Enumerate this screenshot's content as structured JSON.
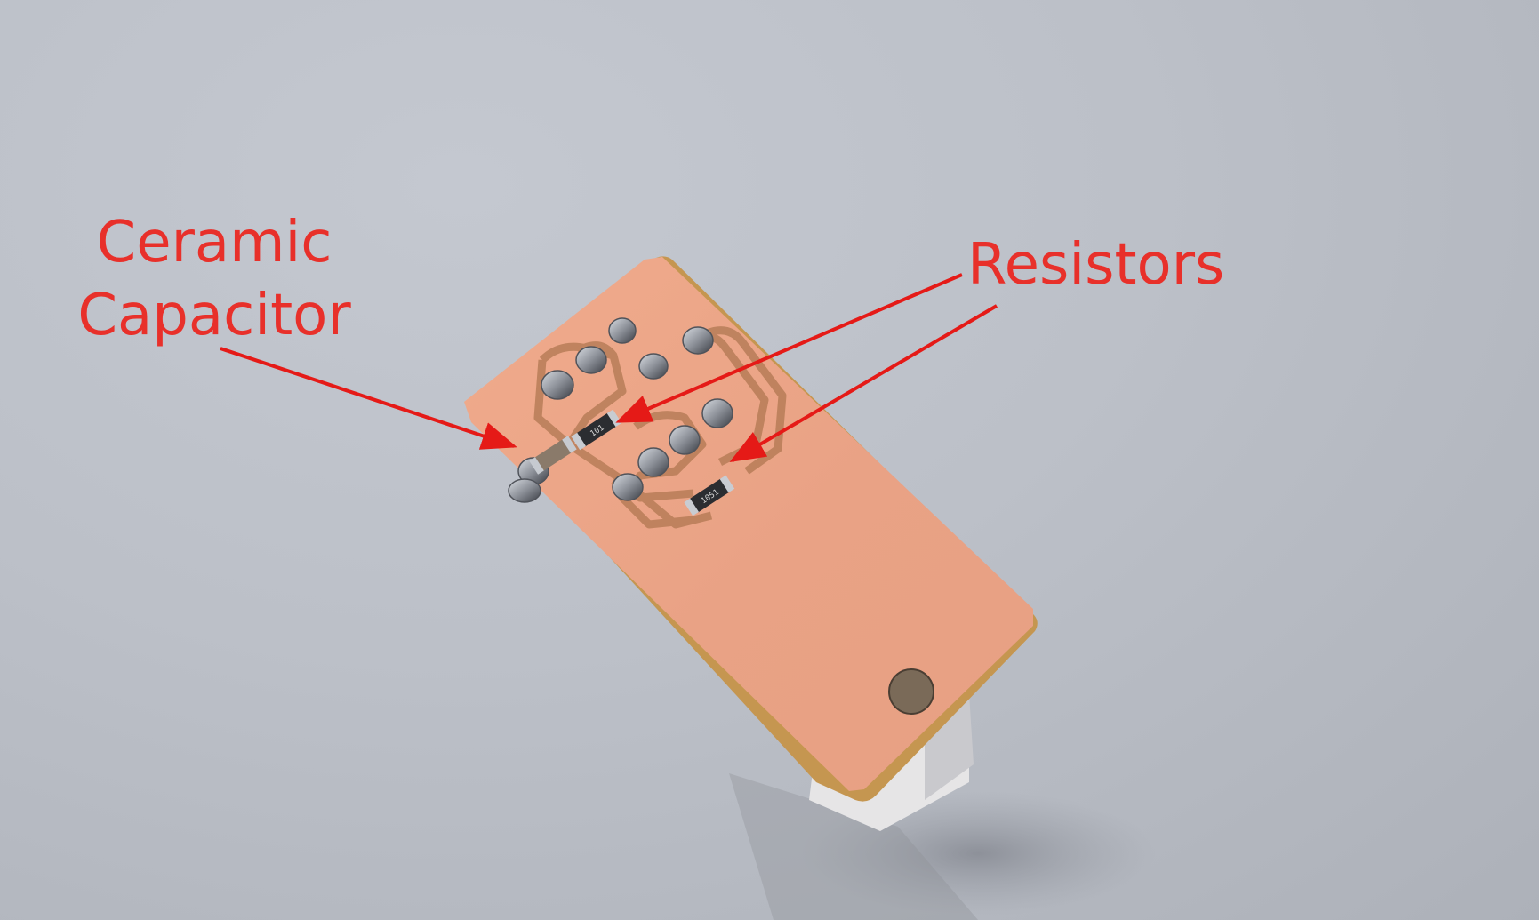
{
  "image": {
    "description": "Photograph of a small copper PCB with hand-soldered SMD components, annotated with red labels and arrows",
    "background_color": "#bcc0c8",
    "annotation_color": "#e8302a",
    "pcb_copper_color": "#e9a486",
    "pcb_edge_color": "#c89a4e",
    "solder_color": "#8a8e96"
  },
  "annotations": [
    {
      "id": "ceramic-capacitor",
      "lines": [
        "Ceramic",
        "Capacitor"
      ],
      "text": "Ceramic Capacitor",
      "arrow_count": 1
    },
    {
      "id": "resistors",
      "lines": [
        "Resistors"
      ],
      "text": "Resistors",
      "arrow_count": 2
    }
  ],
  "components": {
    "resistor_1_marking": "101",
    "resistor_2_marking": "1051"
  }
}
